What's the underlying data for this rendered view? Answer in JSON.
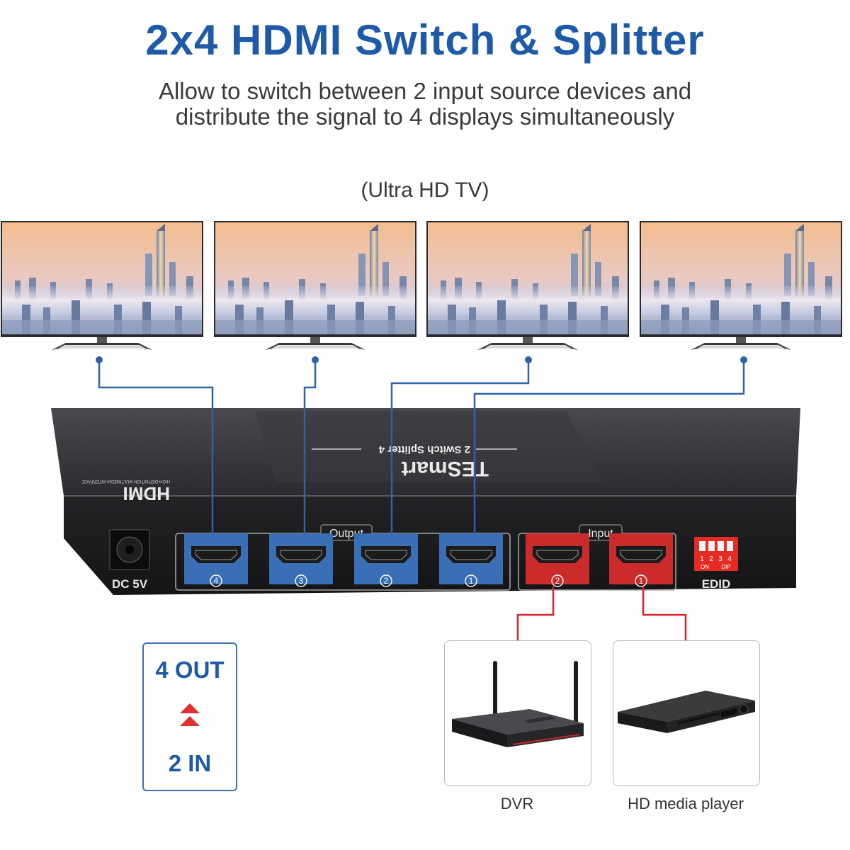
{
  "header": {
    "title": "2x4 HDMI Switch & Splitter",
    "subtitle_line1": "Allow to switch between 2 input source devices and",
    "subtitle_line2": "distribute the signal to 4 displays simultaneously"
  },
  "displays": {
    "label": "(Ultra HD TV)",
    "count": 4
  },
  "switch": {
    "brand": "TESmart",
    "model": "2 Switch Splitter 4",
    "hdmi_logo": "HDMI",
    "hdmi_sub": "HIGH-DEFINITION MULTIMEDIA INTERFACE",
    "power_label": "DC 5V",
    "output_label": "Output",
    "input_label": "Input",
    "output_ports": [
      "4",
      "3",
      "2",
      "1"
    ],
    "input_ports": [
      "2",
      "1"
    ],
    "dip_numbers": [
      "1",
      "2",
      "3",
      "4"
    ],
    "dip_on": "ON",
    "dip_text": "DIP",
    "edid_label": "EDID"
  },
  "sources": [
    {
      "label": "DVR"
    },
    {
      "label": "HD media player"
    }
  ],
  "summary": {
    "out_label": "4 OUT",
    "in_label": "2 IN"
  },
  "colors": {
    "accent_blue": "#1e5aa8",
    "port_blue": "#3a6eb5",
    "port_red": "#cc2b2b",
    "line_blue": "#2f63a8",
    "line_red": "#d8262b"
  }
}
